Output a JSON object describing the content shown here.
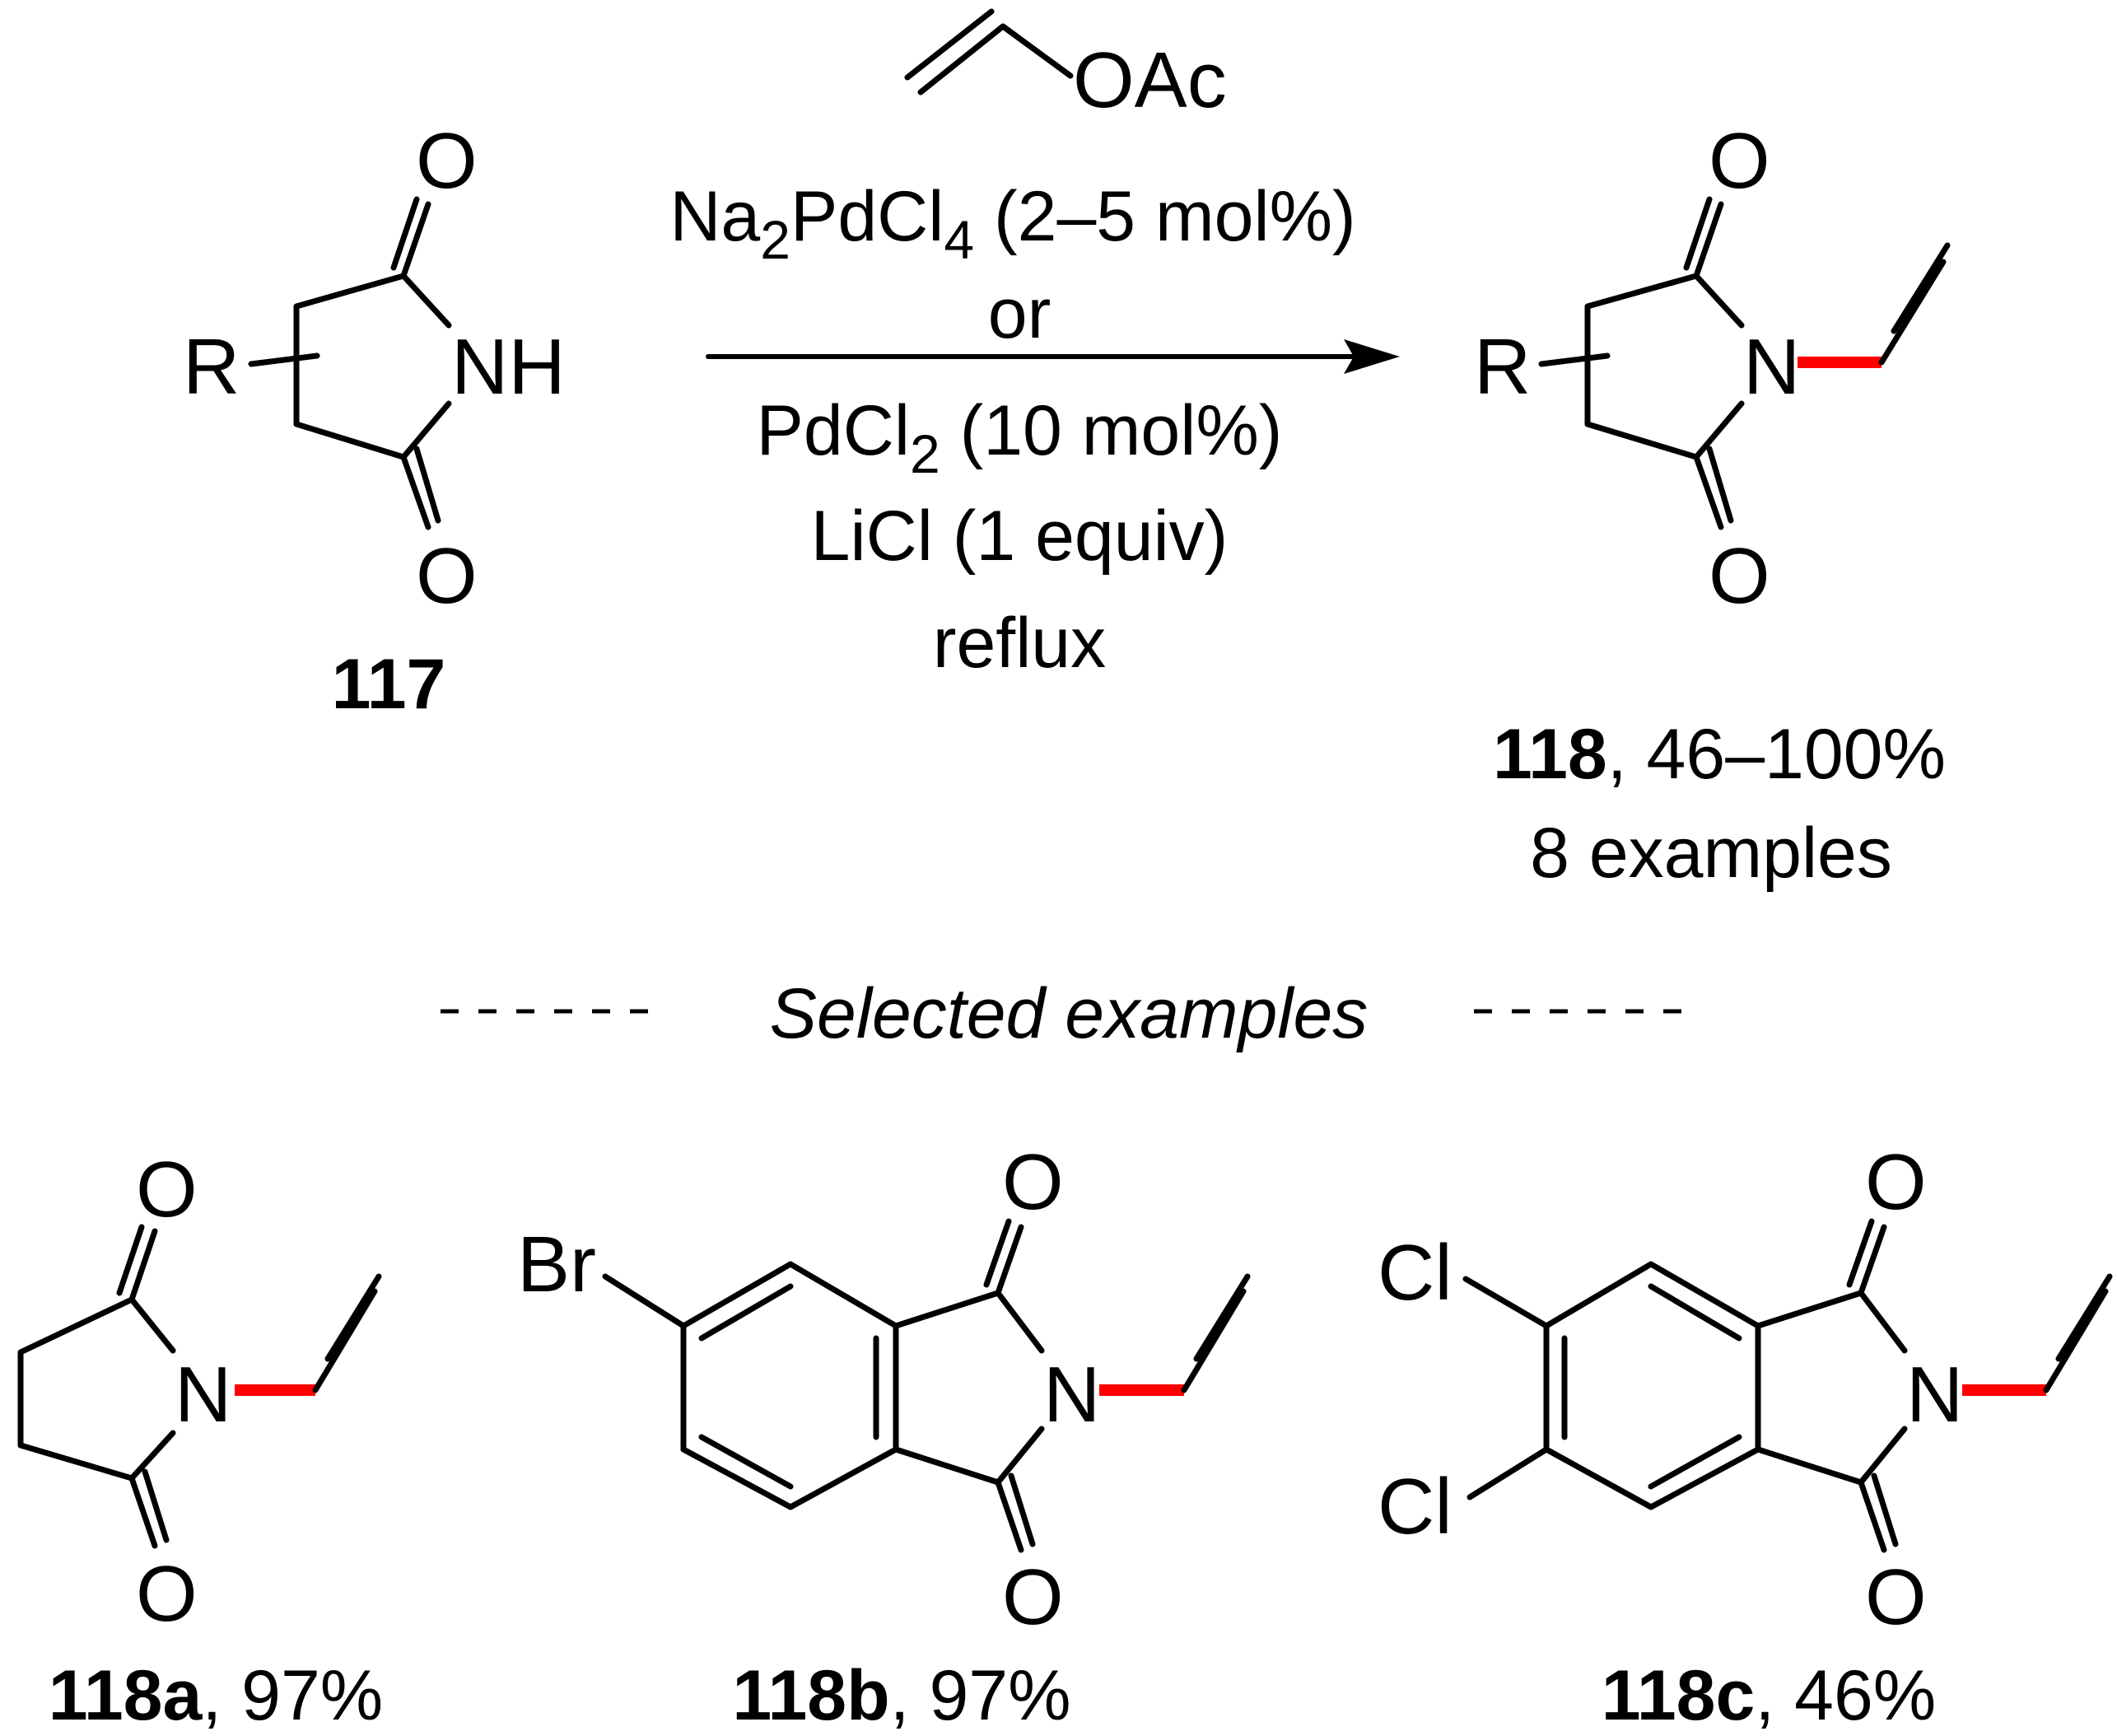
{
  "reagent": {
    "group": "OAc"
  },
  "conditions": {
    "line1_main": "Na",
    "line1_sub1": "2",
    "line1_mid": "PdCl",
    "line1_sub2": "4",
    "line1_tail": " (2–5 mol%)",
    "line2": "or",
    "line3_main": "PdCl",
    "line3_sub": "2",
    "line3_tail": " (10 mol%)",
    "line4": "LiCl (1 equiv)",
    "line5": "reflux"
  },
  "atoms": {
    "O": "O",
    "NH": "NH",
    "N": "N",
    "R": "R",
    "Br": "Br",
    "Cl": "Cl"
  },
  "starting_material": {
    "label": "117"
  },
  "product": {
    "label": "118",
    "yield": ", 46–100%",
    "examples": "8 examples"
  },
  "section_title": "Selected examples",
  "selected": [
    {
      "label": "118a",
      "yield": ", 97%"
    },
    {
      "label": "118b",
      "yield": ", 97%"
    },
    {
      "label": "118c",
      "yield": ", 46%"
    }
  ]
}
